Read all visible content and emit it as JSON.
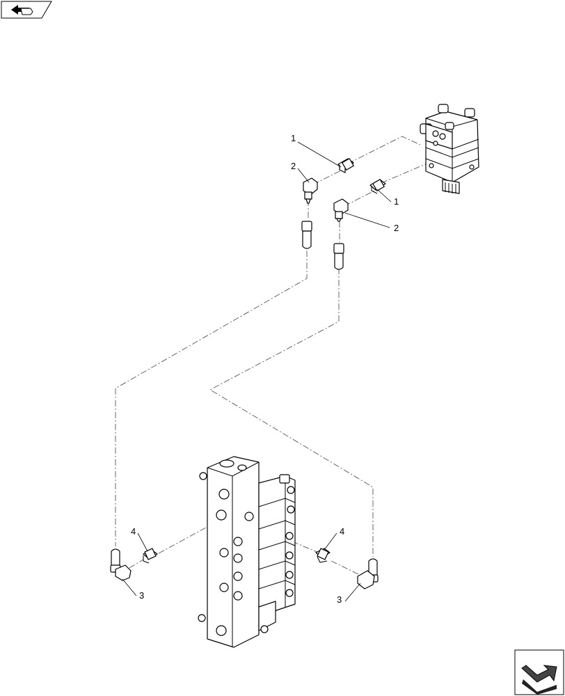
{
  "callouts": {
    "fitting_1_top": "1",
    "fitting_1_right": "1",
    "elbow_2_left": "2",
    "elbow_2_right": "2",
    "elbow_3_left": "3",
    "elbow_3_right": "3",
    "fitting_4_left": "4",
    "fitting_4_right": "4"
  },
  "nav": {
    "prev_icon": "back-arrow-icon",
    "next_icon": "forward-arrow-icon"
  },
  "colors": {
    "line": "#000000",
    "background": "#ffffff",
    "nav_fill": "#444444"
  }
}
